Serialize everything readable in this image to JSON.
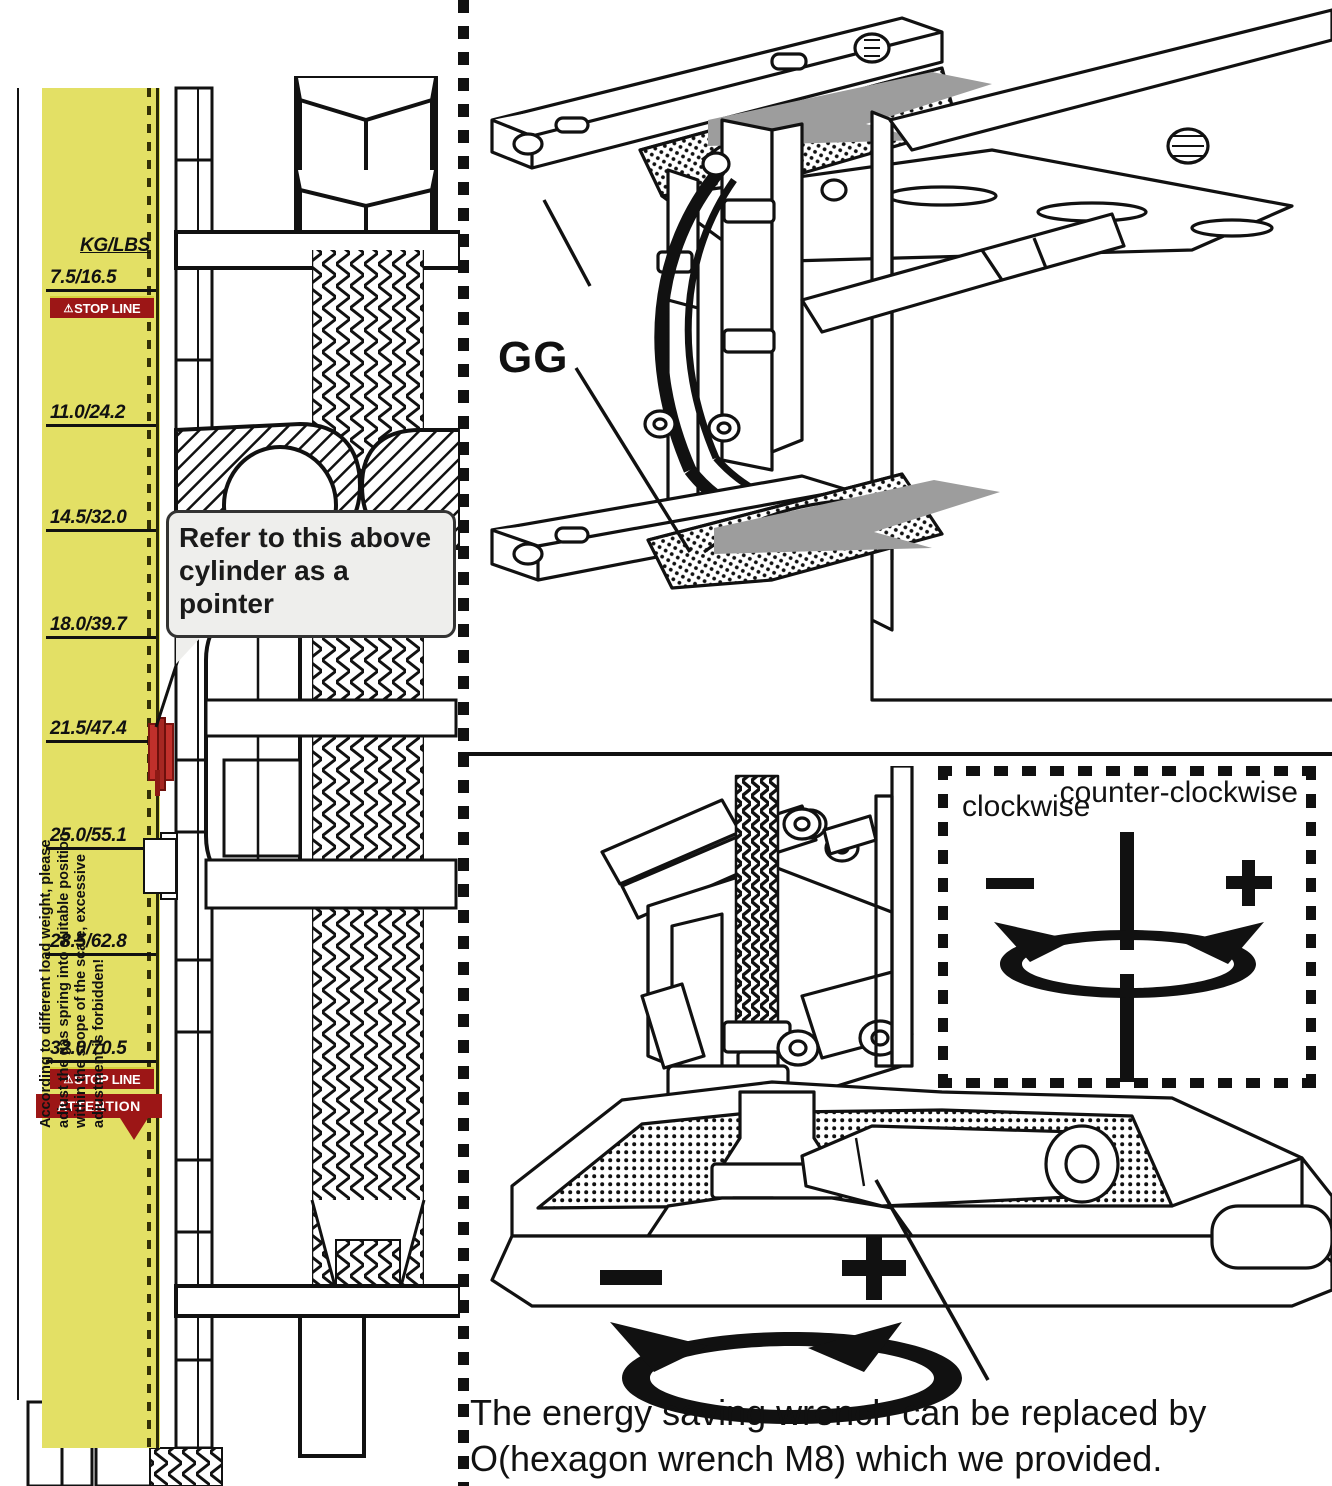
{
  "document": {
    "type": "assembly-instruction-diagram",
    "subject": "office chair gas spring tension adjustment"
  },
  "scale": {
    "header": "KG/LBS",
    "unit_note": "KG/LBS",
    "ticks": [
      {
        "label": "7.5/16.5",
        "kg": 7.5,
        "lbs": 16.5,
        "stop_line": true
      },
      {
        "label": "11.0/24.2",
        "kg": 11.0,
        "lbs": 24.2,
        "stop_line": false
      },
      {
        "label": "14.5/32.0",
        "kg": 14.5,
        "lbs": 32.0,
        "stop_line": false
      },
      {
        "label": "18.0/39.7",
        "kg": 18.0,
        "lbs": 39.7,
        "stop_line": false
      },
      {
        "label": "21.5/47.4",
        "kg": 21.5,
        "lbs": 47.4,
        "stop_line": false
      },
      {
        "label": "25.0/55.1",
        "kg": 25.0,
        "lbs": 55.1,
        "stop_line": false
      },
      {
        "label": "28.5/62.8",
        "kg": 28.5,
        "lbs": 62.8,
        "stop_line": false
      },
      {
        "label": "32.0/70.5",
        "kg": 32.0,
        "lbs": 70.5,
        "stop_line": true
      }
    ],
    "stop_line_label": "STOP LINE",
    "stop_line_symbol": "⚠",
    "pointer_at": "21.5/47.4",
    "attention_title": "ATTENTION",
    "attention_text": "According to different load weight, please adjust the gas spring into suitable position within the scope of the scale, excessive adjustment is forbidden!",
    "colors": {
      "scale_background": "#e3e065",
      "warning_red": "#9c1616",
      "pointer_red": "#c0302b"
    }
  },
  "callout": {
    "text": "Refer to this above cylinder as a pointer"
  },
  "diagram_labels": {
    "gg": "GG"
  },
  "rotation_box": {
    "clockwise_label": "clockwise",
    "counter_clockwise_label": "counter-clockwise",
    "minus_symbol": "−",
    "plus_symbol": "+"
  },
  "bottom_rotation": {
    "minus_symbol": "−",
    "plus_symbol": "+"
  },
  "caption": {
    "line1": "The energy saving wrench can be replaced by",
    "line2": "O(hexagon wrench M8) which we provided."
  }
}
